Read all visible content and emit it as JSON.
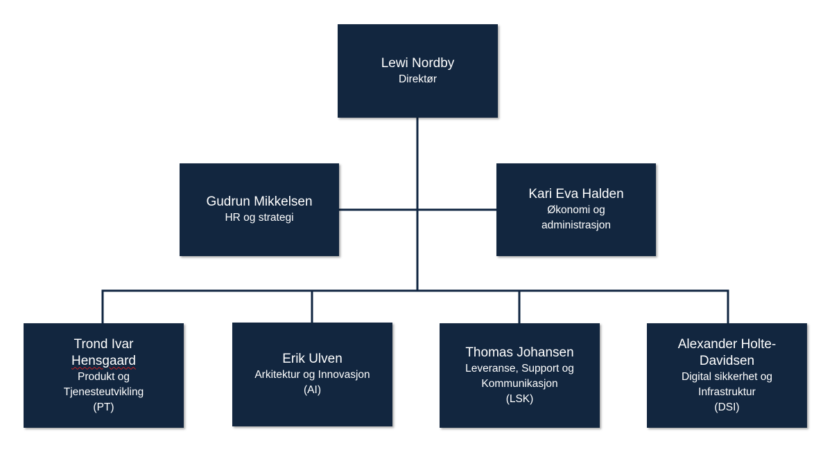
{
  "org_chart": {
    "director": {
      "name": "Lewi Nordby",
      "role": "Direktør"
    },
    "staff": [
      {
        "name": "Gudrun Mikkelsen",
        "role_lines": [
          "HR og strategi"
        ]
      },
      {
        "name": "Kari Eva Halden",
        "role_lines": [
          "Økonomi og",
          "administrasjon"
        ]
      }
    ],
    "departments": [
      {
        "name_lines": [
          "Trond Ivar",
          "Hensgaard"
        ],
        "role_lines": [
          "Produkt og",
          "Tjenesteutvikling",
          "(PT)"
        ]
      },
      {
        "name_lines": [
          "Erik Ulven"
        ],
        "role_lines": [
          "Arkitektur og Innovasjon",
          "(AI)"
        ]
      },
      {
        "name_lines": [
          "Thomas Johansen"
        ],
        "role_lines": [
          "Leveranse, Support og",
          "Kommunikasjon",
          "(LSK)"
        ]
      },
      {
        "name_lines": [
          "Alexander Holte-",
          "Davidsen"
        ],
        "role_lines": [
          "Digital sikkerhet og",
          "Infrastruktur",
          "(DSI)"
        ]
      }
    ]
  },
  "colors": {
    "box_fill": "#12263f",
    "connector": "#0f2440",
    "text": "#ffffff",
    "spellcheck_squiggle": "#d02020"
  }
}
